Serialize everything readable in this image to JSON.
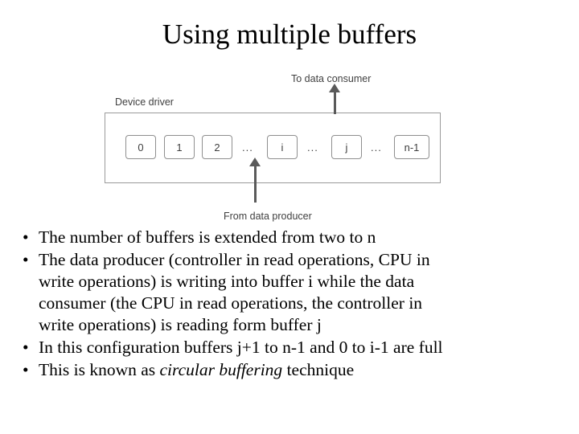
{
  "slide": {
    "title": "Using multiple buffers",
    "diagram": {
      "label_top": "To data consumer",
      "label_driver": "Device driver",
      "label_bottom": "From data producer",
      "buffers": [
        "0",
        "1",
        "2",
        "i",
        "j",
        "n-1"
      ],
      "ellipsis": "...",
      "arrow_up_out": "arrow-up-icon",
      "arrow_up_in": "arrow-up-icon"
    },
    "bullet_marker": "•",
    "bullets": [
      {
        "lines": [
          {
            "text": "The number of buffers is extended from two to n",
            "style": "normal"
          }
        ]
      },
      {
        "lines": [
          {
            "text": "The data producer (controller in read operations, CPU in",
            "style": "normal"
          },
          {
            "text": "write operations) is writing into buffer i while the data",
            "style": "normal"
          },
          {
            "text": "consumer (the CPU in read operations, the controller in",
            "style": "normal"
          },
          {
            "text": "write operations) is reading form buffer j",
            "style": "normal"
          }
        ]
      },
      {
        "lines": [
          {
            "text": "In this configuration buffers j+1 to n-1 and 0 to i-1 are full",
            "style": "normal"
          }
        ]
      },
      {
        "lines": [
          {
            "text": "This is known as ",
            "style": "normal"
          },
          {
            "text": "circular buffering",
            "style": "italic"
          },
          {
            "text": " technique",
            "style": "normal"
          }
        ]
      }
    ]
  }
}
